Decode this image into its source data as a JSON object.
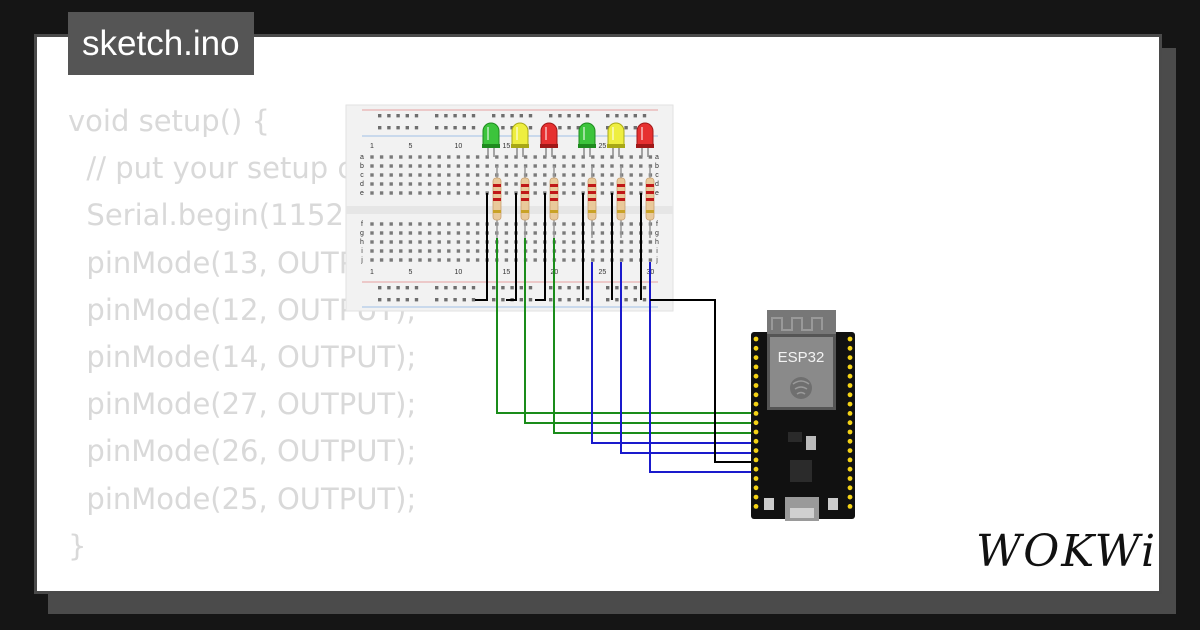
{
  "tab": {
    "filename": "sketch.ino"
  },
  "code_lines": [
    "void setup() {",
    "  // put your setup code here, to run once:",
    "  Serial.begin(115200);",
    "  pinMode(13, OUTPUT);",
    "  pinMode(12, OUTPUT);",
    "  pinMode(14, OUTPUT);",
    "  pinMode(27, OUTPUT);",
    "  pinMode(26, OUTPUT);",
    "  pinMode(25, OUTPUT);",
    "}"
  ],
  "breadboard": {
    "column_numbers": [
      "1",
      "5",
      "10",
      "15",
      "20",
      "25",
      "30"
    ],
    "row_letters_top": [
      "a",
      "b",
      "c",
      "d",
      "e"
    ],
    "row_letters_bottom": [
      "f",
      "g",
      "h",
      "i",
      "j"
    ]
  },
  "leds": [
    {
      "color": "green"
    },
    {
      "color": "yellow"
    },
    {
      "color": "red"
    },
    {
      "color": "green"
    },
    {
      "color": "yellow"
    },
    {
      "color": "red"
    }
  ],
  "esp32": {
    "label": "ESP32"
  },
  "logo": {
    "text": "WOKWi"
  },
  "colors": {
    "background": "#151515",
    "card": "#ffffff",
    "tab": "#555555",
    "code_text": "#d9d9d9",
    "wire_green": "#1a8c1a",
    "wire_blue": "#1a1acc",
    "wire_black": "#000000"
  }
}
